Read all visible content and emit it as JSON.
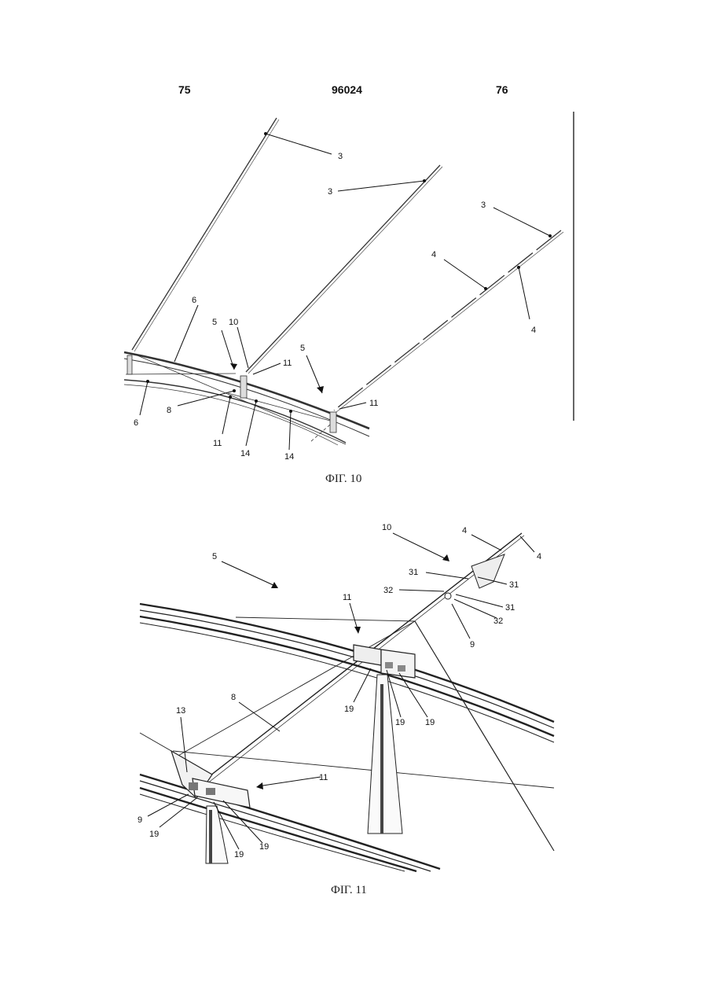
{
  "header": {
    "left_page": "75",
    "patent_number": "96024",
    "right_page": "76"
  },
  "fig10": {
    "caption": "ФІГ. 10",
    "labels": [
      "3",
      "3",
      "3",
      "4",
      "4",
      "6",
      "5",
      "10",
      "5",
      "11",
      "11",
      "8",
      "6",
      "11",
      "14",
      "14"
    ]
  },
  "fig11": {
    "caption": "ФІГ. 11",
    "labels": [
      "10",
      "4",
      "4",
      "5",
      "31",
      "31",
      "32",
      "31",
      "32",
      "11",
      "9",
      "8",
      "19",
      "19",
      "19",
      "13",
      "11",
      "9",
      "19",
      "19",
      "19"
    ]
  }
}
